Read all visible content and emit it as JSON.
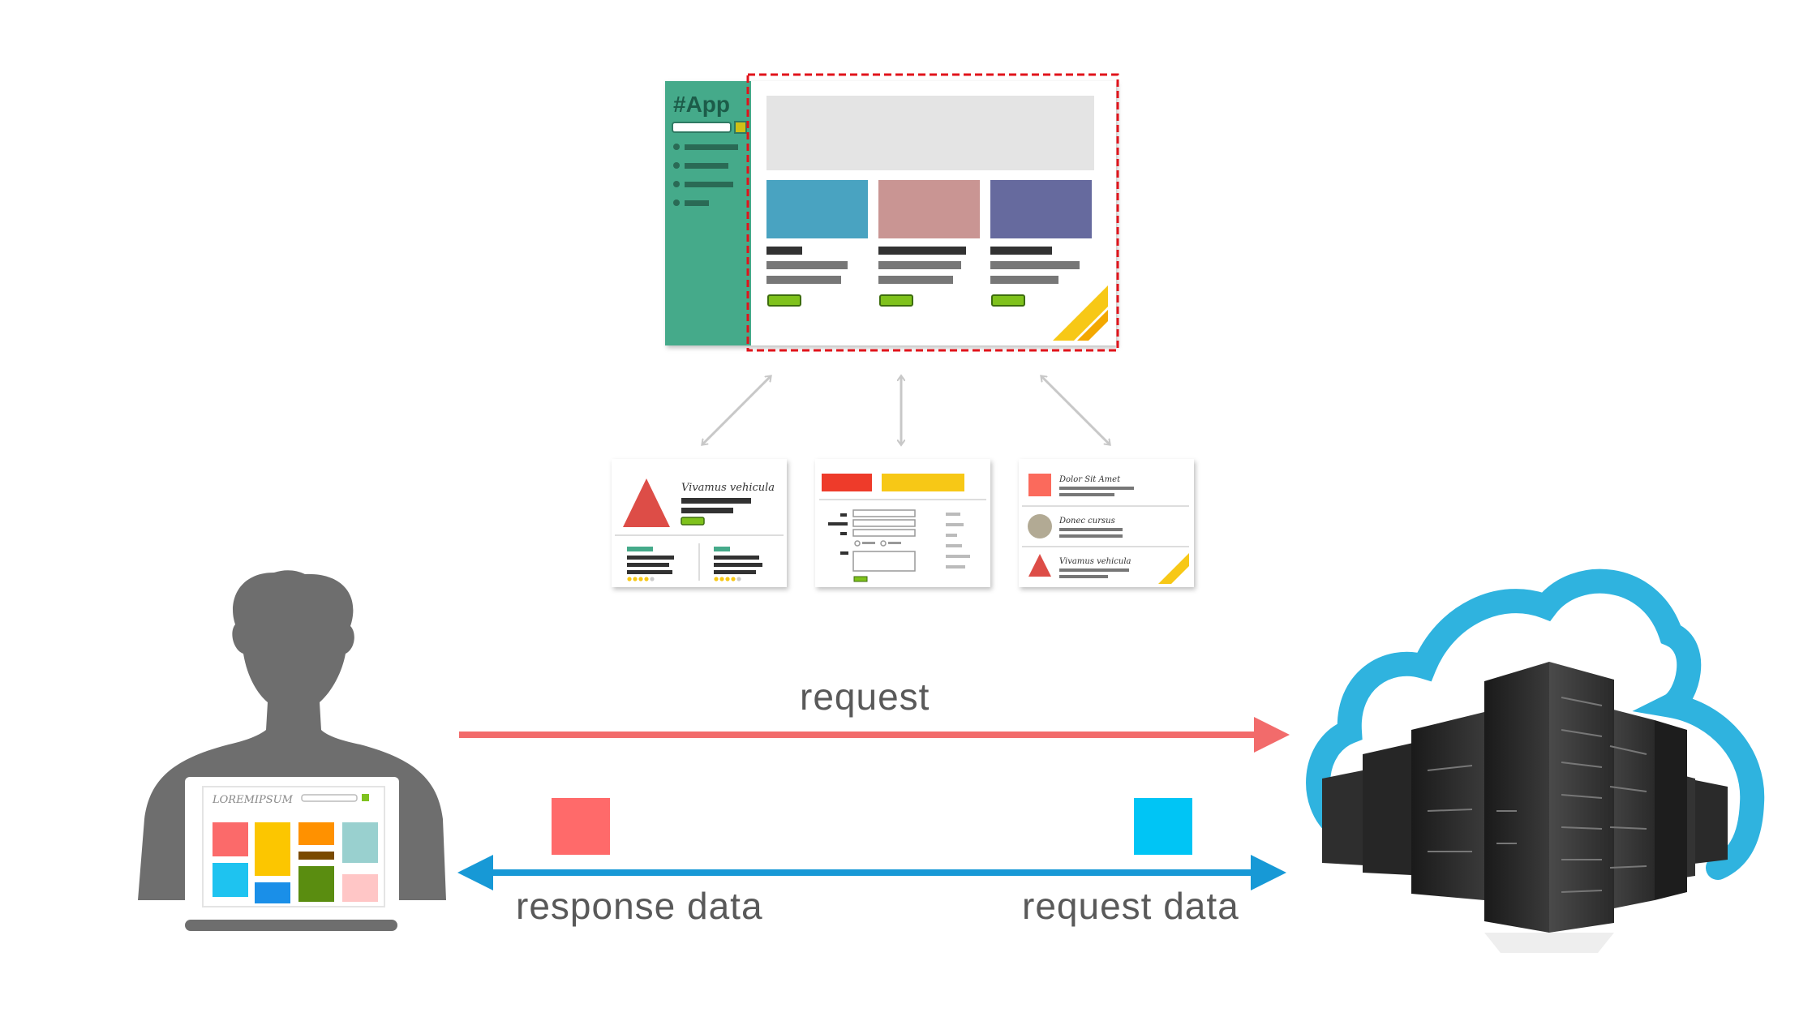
{
  "app_mock": {
    "title": "#App",
    "colors": {
      "sidebar": "#45aa8a",
      "sidebar_dark": "#2f7a63",
      "highlight_border": "#e1131b",
      "tile_blue": "#4aa3c1",
      "tile_pink": "#c99593",
      "tile_purple": "#666a9e",
      "button_green": "#7fc21f",
      "corner_yellow": "#f7c812"
    }
  },
  "components": {
    "card1_title": "Vivamus vehicula",
    "card3_rows": [
      "Dolor Sit Amet",
      "Donec cursus",
      "Vivamus vehicula"
    ]
  },
  "laptop": {
    "brand": "LOREMIPSUM"
  },
  "labels": {
    "request": "request",
    "response_data": "response data",
    "request_data": "request data"
  },
  "colors": {
    "request_arrow": "#f26b6b",
    "data_arrow": "#1799d6",
    "response_square": "#ff6a6a",
    "request_square": "#00c5f5",
    "person": "#6e6e6e",
    "cloud": "#2fb3df",
    "server_dark": "#232323"
  }
}
